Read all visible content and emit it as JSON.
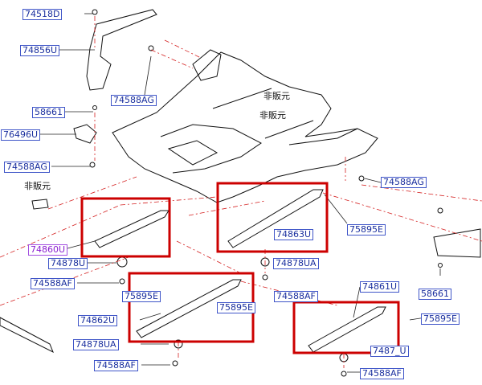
{
  "accent_colors": {
    "label_text": "#1a2f9e",
    "label_border": "#3f55c8",
    "highlight_label": "#8a1bd0",
    "callout_box": "#cc0000"
  },
  "part_labels": [
    "74518D",
    "74856U",
    "74588AG",
    "58661",
    "76496U",
    "74588AG",
    "74588AG",
    "75895E",
    "74863U",
    "74878UA",
    "74588AF",
    "74860U",
    "74878U",
    "74588AF",
    "75895E",
    "75895E",
    "74862U",
    "74878UA",
    "74588AF",
    "74861U",
    "7487_U",
    "74588AF",
    "58661",
    "75895E"
  ],
  "japanese_notes": [
    "非販元",
    "非販元",
    "非販元"
  ]
}
